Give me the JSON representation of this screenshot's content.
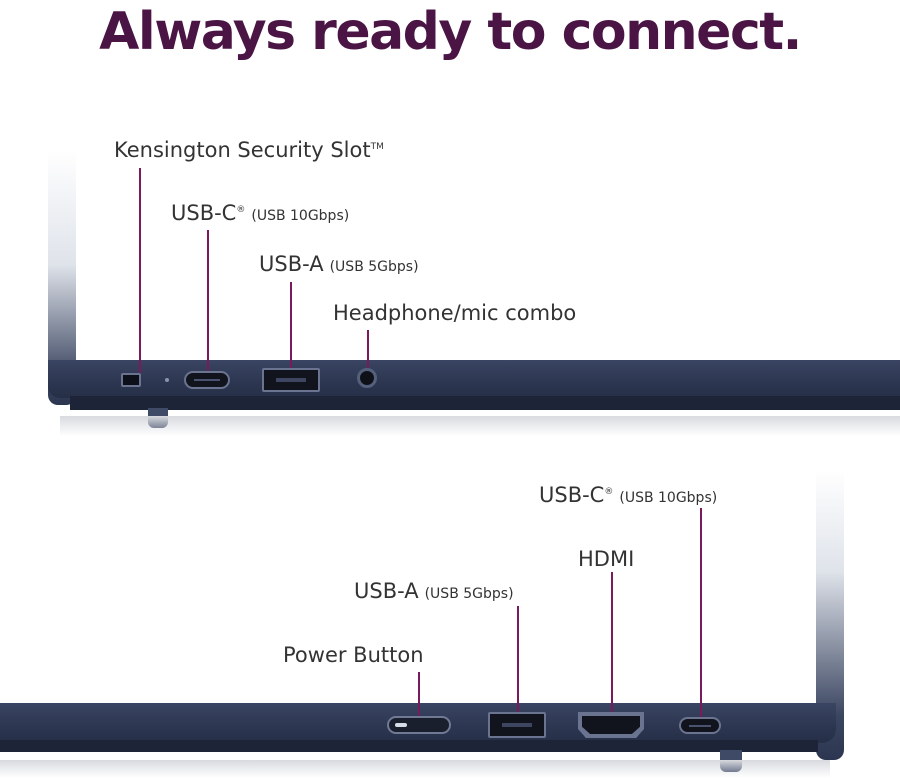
{
  "title": "Always ready to connect.",
  "top_view": {
    "labels": {
      "kensington": {
        "main": "Kensington Security Slot",
        "mark": "TM"
      },
      "usb_c": {
        "main": "USB-C",
        "mark": "®",
        "sub": "(USB 10Gbps)"
      },
      "usb_a": {
        "main": "USB-A",
        "sub": "(USB 5Gbps)"
      },
      "headphone": {
        "main": "Headphone/mic combo"
      }
    }
  },
  "bottom_view": {
    "labels": {
      "usb_c": {
        "main": "USB-C",
        "mark": "®",
        "sub": "(USB 10Gbps)"
      },
      "hdmi": {
        "main": "HDMI"
      },
      "usb_a": {
        "main": "USB-A",
        "sub": "(USB 5Gbps)"
      },
      "power": {
        "main": "Power Button"
      }
    }
  },
  "colors": {
    "title": "#4a1545",
    "pointer": "#7a1a5c",
    "chassis": "#2c3650"
  }
}
